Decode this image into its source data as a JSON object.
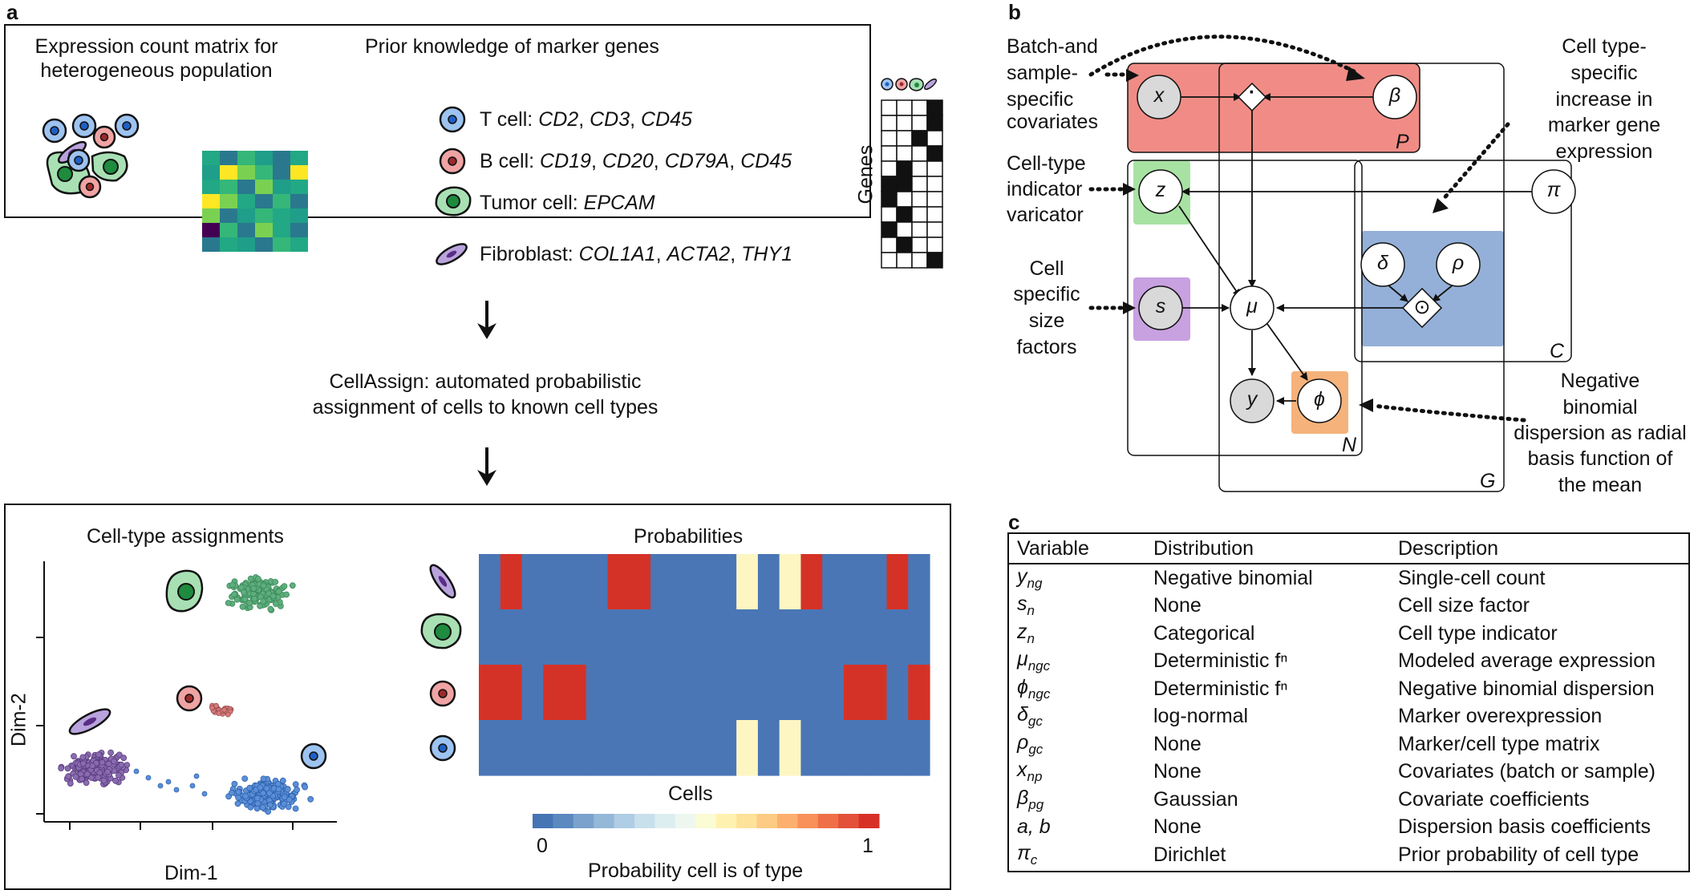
{
  "panel_a": {
    "letter": "a",
    "top": {
      "matrix_title": [
        "Expression count matrix for",
        "heterogeneous population"
      ],
      "prior_title": "Prior knowledge of marker genes",
      "cell_types": [
        {
          "name": "T cell:",
          "genes": [
            "CD2",
            "CD3",
            "CD45"
          ],
          "color": "#9dc3f0"
        },
        {
          "name": "B cell:",
          "genes": [
            "CD19",
            "CD20",
            "CD79A",
            "CD45"
          ],
          "color": "#f0a3a3"
        },
        {
          "name": "Tumor cell:",
          "genes": [
            "EPCAM"
          ],
          "color": "#a8e0b4"
        },
        {
          "name": "Fibroblast:",
          "genes": [
            "COL1A1",
            "ACTA2",
            "THY1"
          ],
          "color": "#b9a3dd"
        }
      ],
      "genes_label": "Genes"
    },
    "middle_text": [
      "CellAssign: automated probabilistic",
      "assignment of cells to known cell types"
    ],
    "bottom": {
      "assign_title": "Cell-type assignments",
      "xlabel": "Dim-1",
      "ylabel": "Dim-2",
      "prob_title": "Probabilities",
      "cells_label": "Cells",
      "colorbar_min": "0",
      "colorbar_max": "1",
      "colorbar_label": "Probability cell is of type"
    }
  },
  "panel_b": {
    "letter": "b",
    "labels": {
      "batch": [
        "Batch-and",
        "sample-",
        "specific",
        "covariates"
      ],
      "celltype_increase": [
        "Cell type-",
        "specific",
        "increase in",
        "marker gene",
        "expression"
      ],
      "indicator": [
        "Cell-type",
        "indicator",
        "varicator"
      ],
      "size": [
        "Cell",
        "specific",
        "size",
        "factors"
      ],
      "dispersion": [
        "Negative",
        "binomial",
        "dispersion as radial",
        "basis function of",
        "the mean"
      ]
    },
    "nodes": {
      "x": "x",
      "beta": "β",
      "z": "z",
      "pi": "π",
      "delta": "δ",
      "rho": "ρ",
      "s": "s",
      "mu": "μ",
      "y": "y",
      "phi": "ϕ",
      "dot": "·",
      "odot": "⊙"
    },
    "plates": {
      "P": "P",
      "G": "G",
      "C": "C",
      "N": "N"
    }
  },
  "panel_c": {
    "letter": "c",
    "headers": [
      "Variable",
      "Distribution",
      "Description"
    ],
    "rows": [
      {
        "var": "y",
        "sub": "ng",
        "dist": "Negative binomial",
        "desc": "Single-cell count"
      },
      {
        "var": "s",
        "sub": "n",
        "dist": "None",
        "desc": "Cell size factor"
      },
      {
        "var": "z",
        "sub": "n",
        "dist": "Categorical",
        "desc": "Cell type indicator"
      },
      {
        "var": "μ",
        "sub": "ngc",
        "dist": "Deterministic fⁿ",
        "desc": "Modeled average expression"
      },
      {
        "var": "ϕ",
        "sub": "ngc",
        "dist": "Deterministic fⁿ",
        "desc": "Negative binomial dispersion"
      },
      {
        "var": "δ",
        "sub": "gc",
        "dist": "log-normal",
        "desc": "Marker overexpression"
      },
      {
        "var": "ρ",
        "sub": "gc",
        "dist": "None",
        "desc": "Marker/cell type matrix"
      },
      {
        "var": "x",
        "sub": "np",
        "dist": "None",
        "desc": "Covariates (batch or sample)"
      },
      {
        "var": "β",
        "sub": "pg",
        "dist": "Gaussian",
        "desc": "Covariate coefficients"
      },
      {
        "var": "a, b",
        "sub": "",
        "dist": "None",
        "desc": "Dispersion basis coefficients"
      },
      {
        "var": "π",
        "sub": "c",
        "dist": "Dirichlet",
        "desc": "Prior probability of cell type"
      }
    ]
  },
  "heatmap": {
    "rows": [
      "Fibroblast",
      "Tumor cell",
      "B cell",
      "T cell"
    ],
    "values": [
      [
        0,
        1,
        0,
        0,
        0,
        0,
        1,
        1,
        0,
        0,
        0,
        0,
        0.6,
        0,
        0.6,
        1,
        0,
        0,
        0,
        1,
        0
      ],
      [
        0,
        0,
        0,
        0,
        0,
        0,
        0,
        0,
        0,
        0,
        0,
        0,
        0,
        0,
        0,
        0,
        0,
        0,
        0,
        0,
        0
      ],
      [
        1,
        1,
        0,
        1,
        1,
        0,
        0,
        0,
        0,
        0,
        0,
        0,
        0,
        0,
        0,
        0,
        0,
        1,
        1,
        0,
        1
      ],
      [
        0,
        0,
        0,
        0,
        0,
        0,
        0,
        0,
        0,
        0,
        0,
        0,
        0.6,
        0,
        0.6,
        0,
        0,
        0,
        0,
        0,
        0
      ]
    ],
    "colors": {
      "low": "#4a76b6",
      "high": "#d53227",
      "mid": "#fdf6c3"
    }
  },
  "marker_matrix": [
    [
      0,
      0,
      0,
      1
    ],
    [
      0,
      0,
      0,
      1
    ],
    [
      0,
      0,
      1,
      0
    ],
    [
      0,
      0,
      0,
      1
    ],
    [
      0,
      1,
      0,
      0
    ],
    [
      1,
      1,
      0,
      0
    ],
    [
      1,
      0,
      0,
      0
    ],
    [
      0,
      1,
      0,
      0
    ],
    [
      1,
      0,
      0,
      0
    ],
    [
      0,
      1,
      0,
      0
    ],
    [
      0,
      0,
      0,
      1
    ]
  ]
}
